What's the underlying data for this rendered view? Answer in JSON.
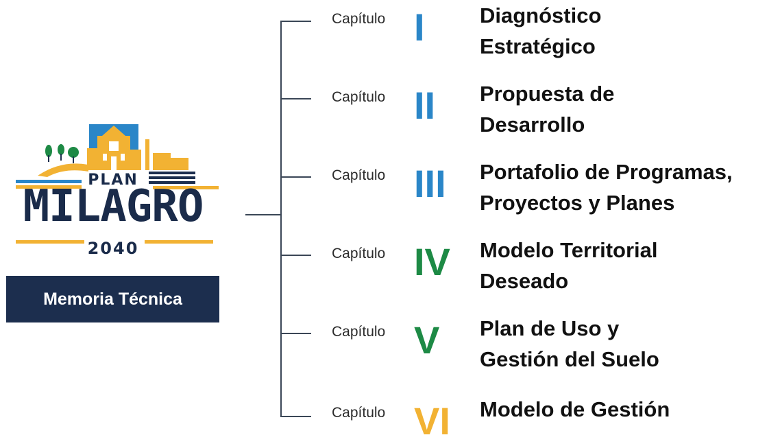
{
  "logo": {
    "plan": "PLAN",
    "milagro": "MILAGRO",
    "year": "2040",
    "subtitle": "Memoria Técnica",
    "colors": {
      "navy": "#1c2e4e",
      "yellow": "#f2b233",
      "blue": "#2a86c8",
      "green": "#1d8a45"
    }
  },
  "chapters": [
    {
      "label": "Capítulo",
      "numeral": "I",
      "color": "#2a86c8",
      "title_line1": "Diagnóstico",
      "title_line2": "Estratégico"
    },
    {
      "label": "Capítulo",
      "numeral": "II",
      "color": "#2a86c8",
      "title_line1": "Propuesta de",
      "title_line2": "Desarrollo"
    },
    {
      "label": "Capítulo",
      "numeral": "III",
      "color": "#2a86c8",
      "title_line1": "Portafolio de Programas,",
      "title_line2": "Proyectos y Planes"
    },
    {
      "label": "Capítulo",
      "numeral": "IV",
      "color": "#1d8a45",
      "title_line1": "Modelo Territorial",
      "title_line2": "Deseado"
    },
    {
      "label": "Capítulo",
      "numeral": "V",
      "color": "#1d8a45",
      "title_line1": "Plan de Uso y",
      "title_line2": "Gestión del Suelo"
    },
    {
      "label": "Capítulo",
      "numeral": "VI",
      "color": "#f2b233",
      "title_line1": "Modelo de Gestión",
      "title_line2": ""
    }
  ]
}
